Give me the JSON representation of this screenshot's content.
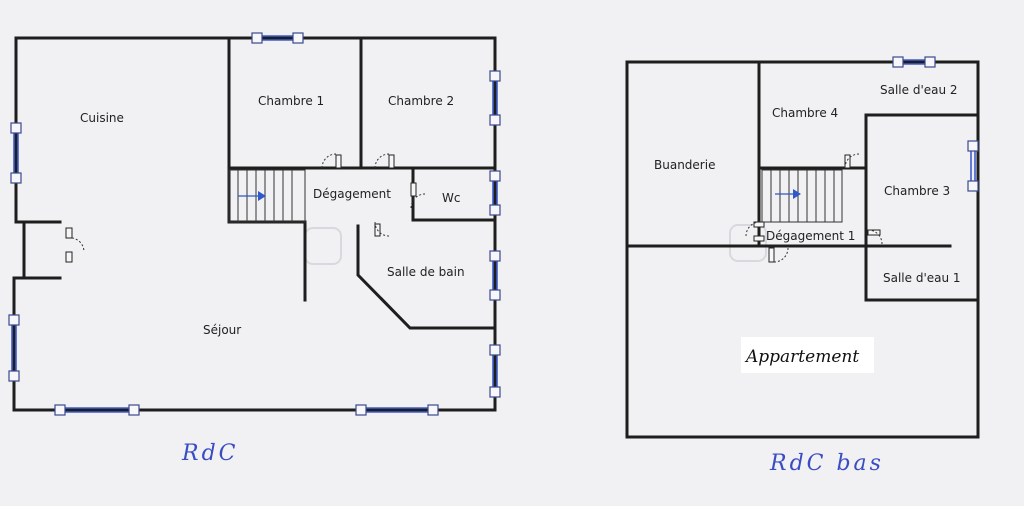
{
  "plans": [
    {
      "caption": "RdC"
    },
    {
      "caption": "RdC bas"
    }
  ],
  "rooms": {
    "cuisine": "Cuisine",
    "chambre1": "Chambre 1",
    "chambre2": "Chambre 2",
    "degagement": "Dégagement",
    "wc": "Wc",
    "salle_de_bain": "Salle de bain",
    "sejour": "Séjour",
    "buanderie": "Buanderie",
    "chambre4": "Chambre 4",
    "salle_deau2": "Salle d'eau 2",
    "chambre3": "Chambre 3",
    "degagement1": "Dégagement 1",
    "salle_deau1": "Salle d'eau 1"
  },
  "annotation": "Appartement",
  "colors": {
    "wall": "#1e1e1e",
    "window": "#3f5cc9",
    "handwriting_blue": "#3a4cc4",
    "stair_arrow": "#2f58c9"
  }
}
